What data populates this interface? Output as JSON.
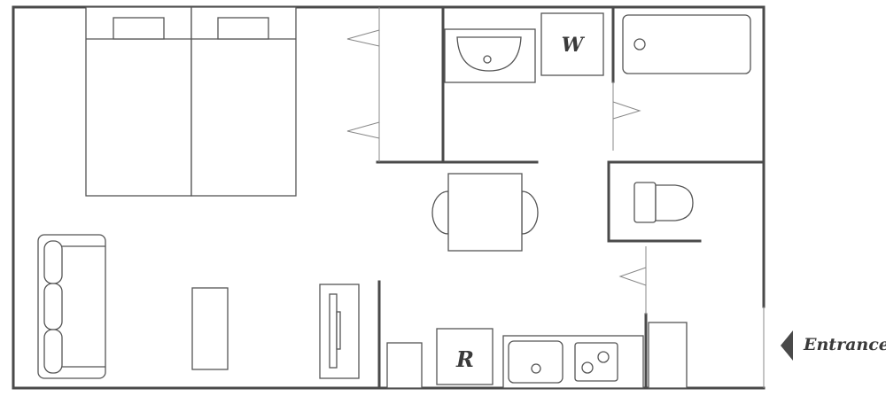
{
  "plan": {
    "washer_label": "W",
    "fridge_label": "R",
    "entrance_label": "Entrance"
  }
}
